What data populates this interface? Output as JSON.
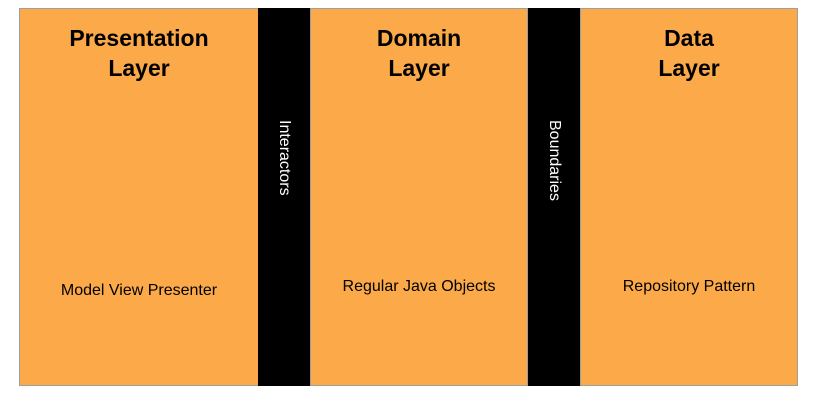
{
  "colors": {
    "layer_fill": "#fba949",
    "boundary_fill": "#000000",
    "boundary_text": "#ffffff"
  },
  "layers": [
    {
      "title": "Presentation\nLayer",
      "subtitle": "Model View Presenter"
    },
    {
      "title": "Domain\nLayer",
      "subtitle": "Regular Java Objects"
    },
    {
      "title": "Data\nLayer",
      "subtitle": "Repository Pattern"
    }
  ],
  "boundaries": [
    {
      "label": "Interactors"
    },
    {
      "label": "Boundaries"
    }
  ]
}
